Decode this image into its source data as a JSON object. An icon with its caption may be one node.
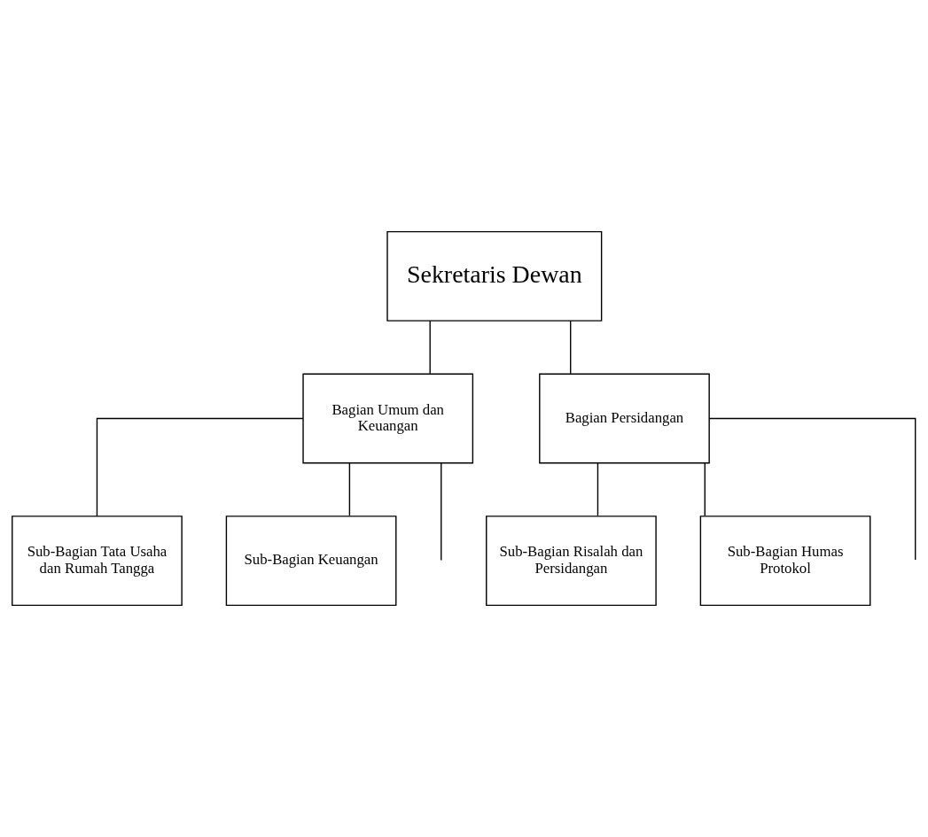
{
  "diagram": {
    "nodes": [
      {
        "text": [
          "Sekretaris Dewan"
        ]
      },
      {
        "text": [
          "Bagian Umum dan Keuangan"
        ]
      },
      {
        "text": [
          "Bagian Persidangan"
        ]
      },
      {
        "text": [
          "Sub-Bagian Tata Usaha dan Rumah Tangga"
        ]
      },
      {
        "text": [
          "Sub-Bagian Keuangan"
        ]
      },
      {
        "text": [
          "Sub-Bagian Risalah dan Persidangan"
        ]
      },
      {
        "text": [
          "Sub-Bagian Humas Protokol"
        ]
      }
    ],
    "edges": [
      {
        "from": 0,
        "to": 1,
        "arrow": "none"
      },
      {
        "from": 0,
        "to": 2,
        "arrow": "none"
      },
      {
        "from": 1,
        "to": 3,
        "arrow": "none"
      },
      {
        "from": 1,
        "to": 4,
        "arrow": "none"
      },
      {
        "from": 1,
        "to": null,
        "arrow": "none"
      },
      {
        "from": 2,
        "to": 5,
        "arrow": "none"
      },
      {
        "from": 2,
        "to": 6,
        "arrow": "none"
      },
      {
        "from": 2,
        "to": null,
        "arrow": "none"
      }
    ]
  }
}
